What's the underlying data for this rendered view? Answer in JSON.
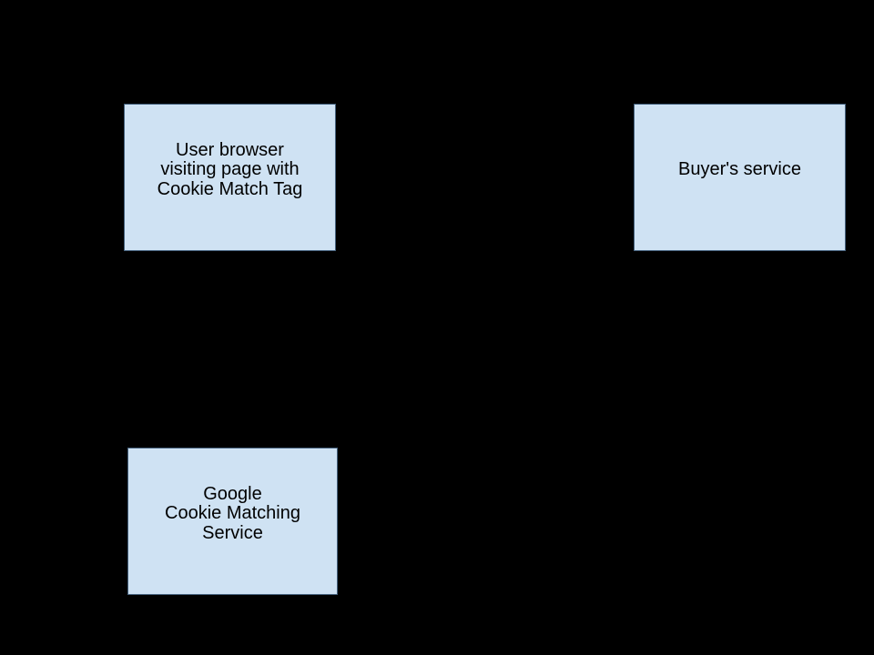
{
  "canvas": {
    "background_color": "#000000"
  },
  "nodes": {
    "fill_color": "#cfe2f3",
    "border_color": "#44607c",
    "text_color": "#000000",
    "user_browser": {
      "label": "User browser\nvisiting page with\nCookie Match Tag"
    },
    "buyers_service": {
      "label": "Buyer's service"
    },
    "google_cookie_matching": {
      "label": "Google\nCookie Matching\nService"
    }
  }
}
